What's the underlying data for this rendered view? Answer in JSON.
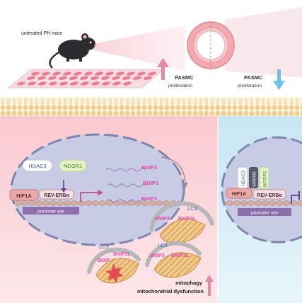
{
  "top": {
    "mouse_label": "untreated PH mice",
    "left_effect_line1": "PASMC",
    "left_effect_line2": "proliferation",
    "right_effect_line1": "PASMC",
    "right_effect_line2": "proliferation"
  },
  "nucleus_left": {
    "hdac3": "HDAC3",
    "ncor1": "NCOR1",
    "hif1a": "HIF1A",
    "reverb": "REV-ERBα",
    "promoter": "promoter site"
  },
  "transcripts": [
    "BNIP3",
    "BNIP3",
    "BNIP3"
  ],
  "autophagosomes": [
    {
      "lc3": "LC3",
      "bnip3": "BNIP3",
      "bnip3l": "BNIP3L"
    },
    {
      "lc3": "LC3",
      "bnip3": "BNIP",
      "bnip3l": "BNIP3L"
    },
    {
      "lc3": "LC3",
      "bnip3": "BNIP3",
      "bnip3l": "BNIP3L"
    }
  ],
  "outcome": {
    "line1": "mitophagy",
    "line2": "mitochondrial dysfunction"
  },
  "nucleus_right": {
    "hdac3": "HDAC3",
    "sr9009": "SR9009",
    "ncor1": "NCOR1",
    "hif1a": "HIF1A",
    "reverb": "REV-ERBα",
    "promoter": "promoter site"
  },
  "colors": {
    "left_bg": "#fbd9dd",
    "right_bg": "#d7eef7",
    "membrane": "#f1d49a",
    "nucleus": "#c9cfe6",
    "hif1a": "#e8a9a6",
    "promoter": "#8e6fae",
    "bnip3": "#e04fa8",
    "lc3_text": "#3b5fb0",
    "up_arrow": "#d9779a",
    "down_arrow": "#5fb6df"
  }
}
